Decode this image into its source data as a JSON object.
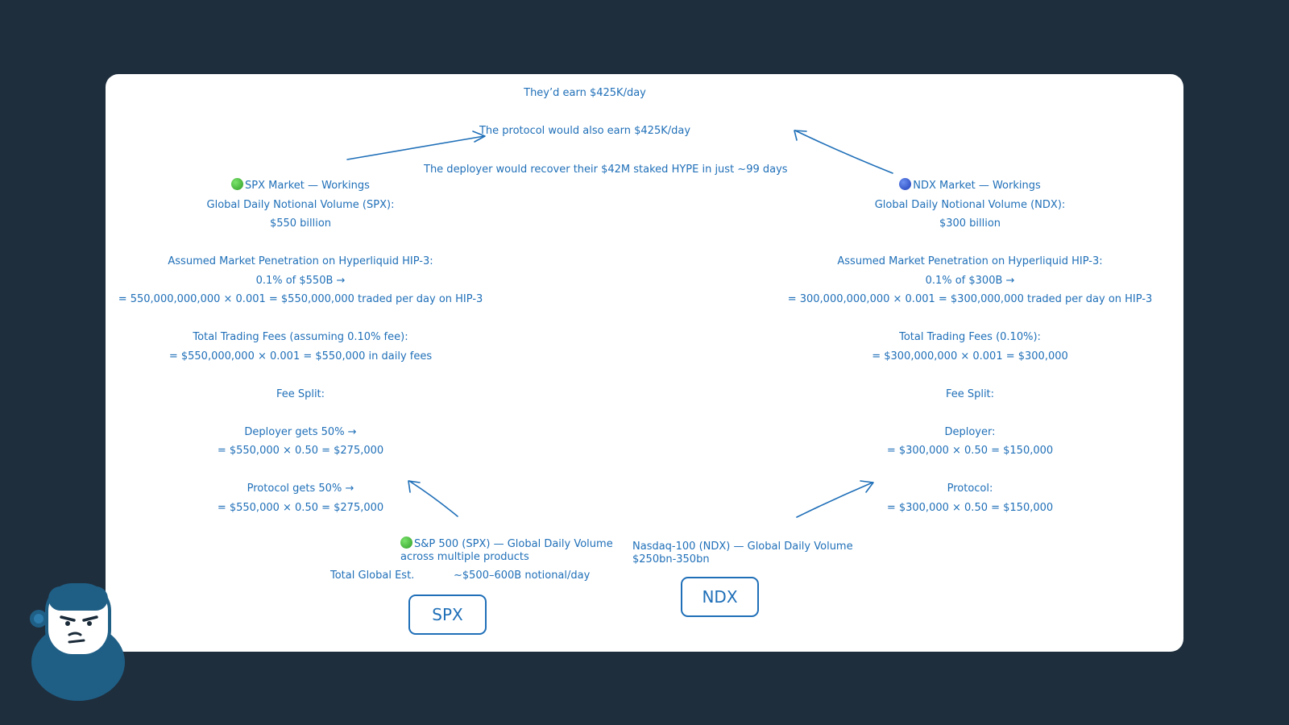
{
  "summary": {
    "line1": "They’d earn $425K/day",
    "line2": "The protocol would also earn $425K/day",
    "line3": "The deployer would recover their $42M staked HYPE in just ~99 days"
  },
  "spx_workings": {
    "heading": "SPX Market — Workings",
    "lines": [
      "Global Daily Notional Volume (SPX):",
      "$550 billion",
      "",
      "Assumed Market Penetration on Hyperliquid HIP-3:",
      "0.1% of $550B →",
      "= 550,000,000,000 × 0.001 = $550,000,000 traded per day on HIP-3",
      "",
      "Total Trading Fees (assuming 0.10% fee):",
      "= $550,000,000 × 0.001 = $550,000 in daily fees",
      "",
      "Fee Split:",
      "",
      "Deployer gets 50% →",
      "= $550,000 × 0.50 = $275,000",
      "",
      "Protocol gets 50% →",
      "= $550,000 × 0.50 = $275,000"
    ]
  },
  "ndx_workings": {
    "heading": "NDX Market — Workings",
    "lines": [
      "Global Daily Notional Volume (NDX):",
      "$300 billion",
      "",
      "Assumed Market Penetration on Hyperliquid HIP-3:",
      "0.1% of $300B →",
      "= 300,000,000,000 × 0.001 = $300,000,000 traded per day on HIP-3",
      "",
      "Total Trading Fees (0.10%):",
      "= $300,000,000 × 0.001 = $300,000",
      "",
      "Fee Split:",
      "",
      "Deployer:",
      "= $300,000 × 0.50 = $150,000",
      "",
      "Protocol:",
      "= $300,000 × 0.50 = $150,000"
    ]
  },
  "spx_volume": {
    "line1": "S&P 500 (SPX) — Global Daily Volume",
    "line2": "across multiple products",
    "total_label": "Total Global Est.",
    "total_value": "~$500–600B notional/day"
  },
  "ndx_volume": {
    "line1": "Nasdaq-100 (NDX) — Global Daily Volume",
    "line2": "$250bn-350bn"
  },
  "boxes": {
    "spx": "SPX",
    "ndx": "NDX"
  },
  "colors": {
    "background": "#1f2e3d",
    "canvas": "#ffffff",
    "ink": "#1f6fb8",
    "mascot": "#1f5f86"
  },
  "icons": {
    "spx_dot": "green-circle-icon",
    "ndx_dot": "blue-circle-icon",
    "mascot": "gorilla-mascot-icon"
  }
}
